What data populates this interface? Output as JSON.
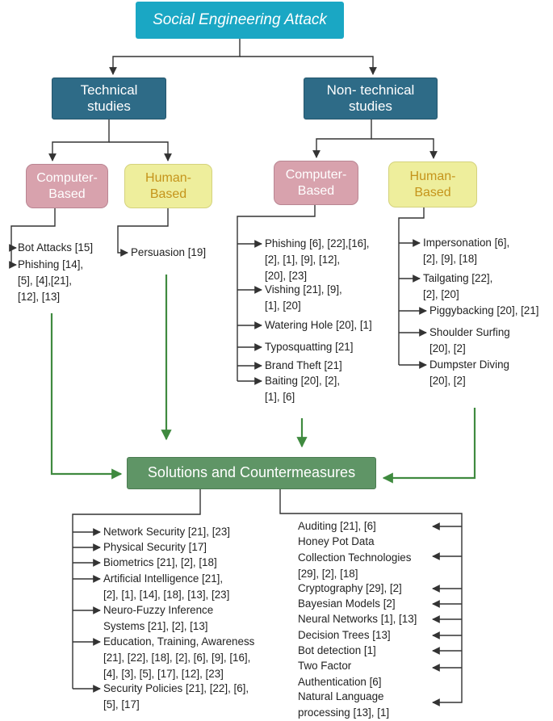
{
  "root": "Social Engineering Attack",
  "technical": {
    "title_lines": [
      "Technical",
      "studies"
    ],
    "computer": {
      "title_lines": [
        "Computer-",
        "Based"
      ],
      "items": [
        {
          "lines": [
            "Bot Attacks [15]"
          ]
        },
        {
          "lines": [
            "Phishing [14],",
            "[5], [4],[21],",
            "[12], [13]"
          ]
        }
      ]
    },
    "human": {
      "title_lines": [
        "Human-",
        "Based"
      ],
      "items": [
        {
          "lines": [
            "Persuasion [19]"
          ]
        }
      ]
    }
  },
  "nontechnical": {
    "title_lines": [
      "Non- technical",
      "studies"
    ],
    "computer": {
      "title_lines": [
        "Computer-",
        "Based"
      ],
      "items": [
        {
          "lines": [
            "Phishing [6], [22],[16],",
            "[2], [1], [9], [12],",
            "[20], [23]"
          ]
        },
        {
          "lines": [
            "Vishing [21], [9],",
            "[1], [20]"
          ]
        },
        {
          "lines": [
            "Watering Hole [20], [1]"
          ]
        },
        {
          "lines": [
            "Typosquatting [21]"
          ]
        },
        {
          "lines": [
            "Brand Theft [21]"
          ]
        },
        {
          "lines": [
            "Baiting [20], [2],",
            "[1], [6]"
          ]
        }
      ]
    },
    "human": {
      "title_lines": [
        "Human-",
        "Based"
      ],
      "items": [
        {
          "lines": [
            "Impersonation [6],",
            "[2], [9], [18]"
          ]
        },
        {
          "lines": [
            "Tailgating [22],",
            "[2], [20]"
          ]
        },
        {
          "lines": [
            "Piggybacking [20], [21]"
          ]
        },
        {
          "lines": [
            "Shoulder Surfing",
            "[20], [2]"
          ]
        },
        {
          "lines": [
            "Dumpster Diving",
            "[20], [2]"
          ]
        }
      ]
    }
  },
  "solutions": {
    "title": "Solutions and Countermeasures",
    "left_items": [
      {
        "lines": [
          "Network Security [21], [23]"
        ]
      },
      {
        "lines": [
          "Physical Security [17]"
        ]
      },
      {
        "lines": [
          "Biometrics [21], [2], [18]"
        ]
      },
      {
        "lines": [
          "Artificial Intelligence [21],",
          "[2], [1], [14], [18], [13], [23]"
        ]
      },
      {
        "lines": [
          "Neuro-Fuzzy Inference",
          "Systems [21], [2], [13]"
        ]
      },
      {
        "lines": [
          "Education, Training, Awareness",
          "[21], [22], [18], [2], [6], [9], [16],",
          "[4], [3], [5], [17], [12], [23]"
        ]
      },
      {
        "lines": [
          "Security Policies [21], [22], [6],",
          "[5], [17]"
        ]
      }
    ],
    "right_items": [
      {
        "lines": [
          "Auditing [21], [6]"
        ]
      },
      {
        "lines": [
          "Honey Pot Data",
          "Collection Technologies",
          "[29], [2], [18]"
        ]
      },
      {
        "lines": [
          "Cryptography [29], [2]"
        ]
      },
      {
        "lines": [
          "Bayesian Models [2]"
        ]
      },
      {
        "lines": [
          "Neural Networks [1], [13]"
        ]
      },
      {
        "lines": [
          "Decision Trees [13]"
        ]
      },
      {
        "lines": [
          "Bot detection [1]"
        ]
      },
      {
        "lines": [
          "Two Factor",
          "Authentication [6]"
        ]
      },
      {
        "lines": [
          "Natural Language",
          "processing [13], [1]"
        ]
      }
    ]
  },
  "colors": {
    "root": "#1aa7c4",
    "category": "#2e6b87",
    "computer_based": "#d8a2ad",
    "human_based": "#eeee9c",
    "human_text": "#c5941b",
    "solutions": "#5f9566",
    "arrow_dark": "#333333",
    "arrow_green": "#3f8a3f"
  }
}
